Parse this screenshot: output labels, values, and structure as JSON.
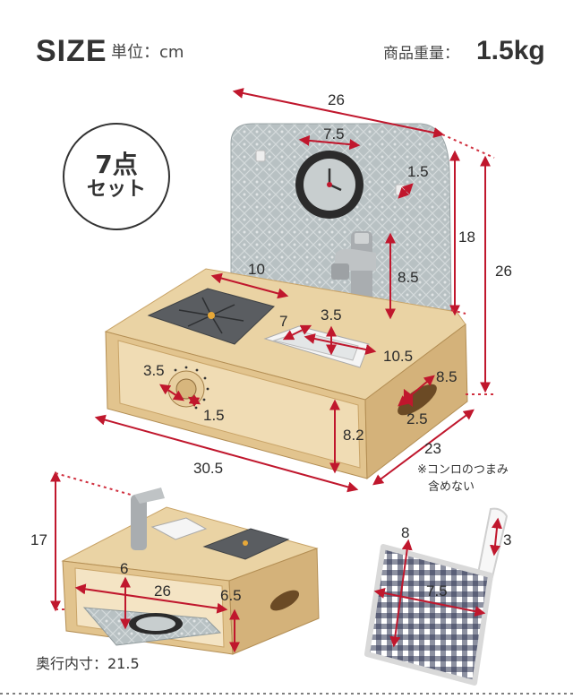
{
  "header": {
    "title": "SIZE",
    "unit": "単位：cm",
    "weight_label": "商品重量：",
    "weight_value": "1.5kg"
  },
  "badge": {
    "count": "7点",
    "set": "セット"
  },
  "dimensions": {
    "backboard_width": "26",
    "clock_width": "7.5",
    "hook_size": "1.5",
    "backboard_height": "18",
    "total_height": "26",
    "faucet_height": "8.5",
    "stove_width": "10",
    "sink_width": "7",
    "sink_depth": "3.5",
    "sink_length": "10.5",
    "handle_hole_width": "8.5",
    "handle_hole_height": "2.5",
    "knob_diameter": "3.5",
    "knob_depth": "1.5",
    "base_height": "8.2",
    "base_width": "30.5",
    "base_depth": "23"
  },
  "note": {
    "line1": "※コンロのつまみ",
    "line2": "含めない"
  },
  "folded": {
    "height": "17",
    "shelf_height": "6",
    "shelf_width": "26",
    "shelf_gap": "6.5"
  },
  "inner_depth": "奥行内寸：21.5",
  "mitt": {
    "height": "8",
    "width": "7.5",
    "loop": "3"
  },
  "colors": {
    "wood": "#e2c48e",
    "wood_dark": "#c9a468",
    "backboard": "#b8c1c3",
    "stove": "#5a5d61",
    "dimension_line": "#c0172d",
    "dotted_line": "#d0303f"
  }
}
